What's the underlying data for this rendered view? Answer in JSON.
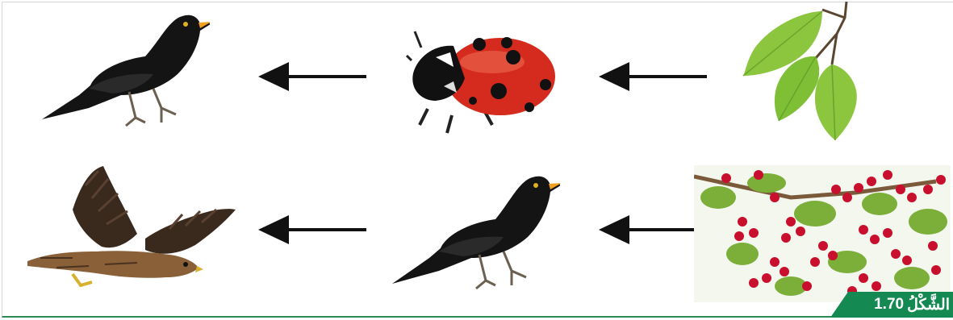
{
  "figure": {
    "caption_label": "الشَّكْلُ",
    "caption_number": "1.70"
  },
  "food_chains": [
    {
      "producer": "birch-leaves",
      "primary_consumer": "ladybug",
      "secondary_consumer": "blackbird"
    },
    {
      "producer": "hawthorn-berries",
      "primary_consumer": "blackbird",
      "secondary_consumer": "kestrel"
    }
  ],
  "colors": {
    "arrow": "#111111",
    "caption_bg": "#148a52",
    "leaf": "#8cc63f",
    "berry": "#c8102e",
    "ladybug": "#d42b1e",
    "bird": "#1a1a1a",
    "beak": "#f2a020",
    "kestrel": "#7a5230"
  }
}
